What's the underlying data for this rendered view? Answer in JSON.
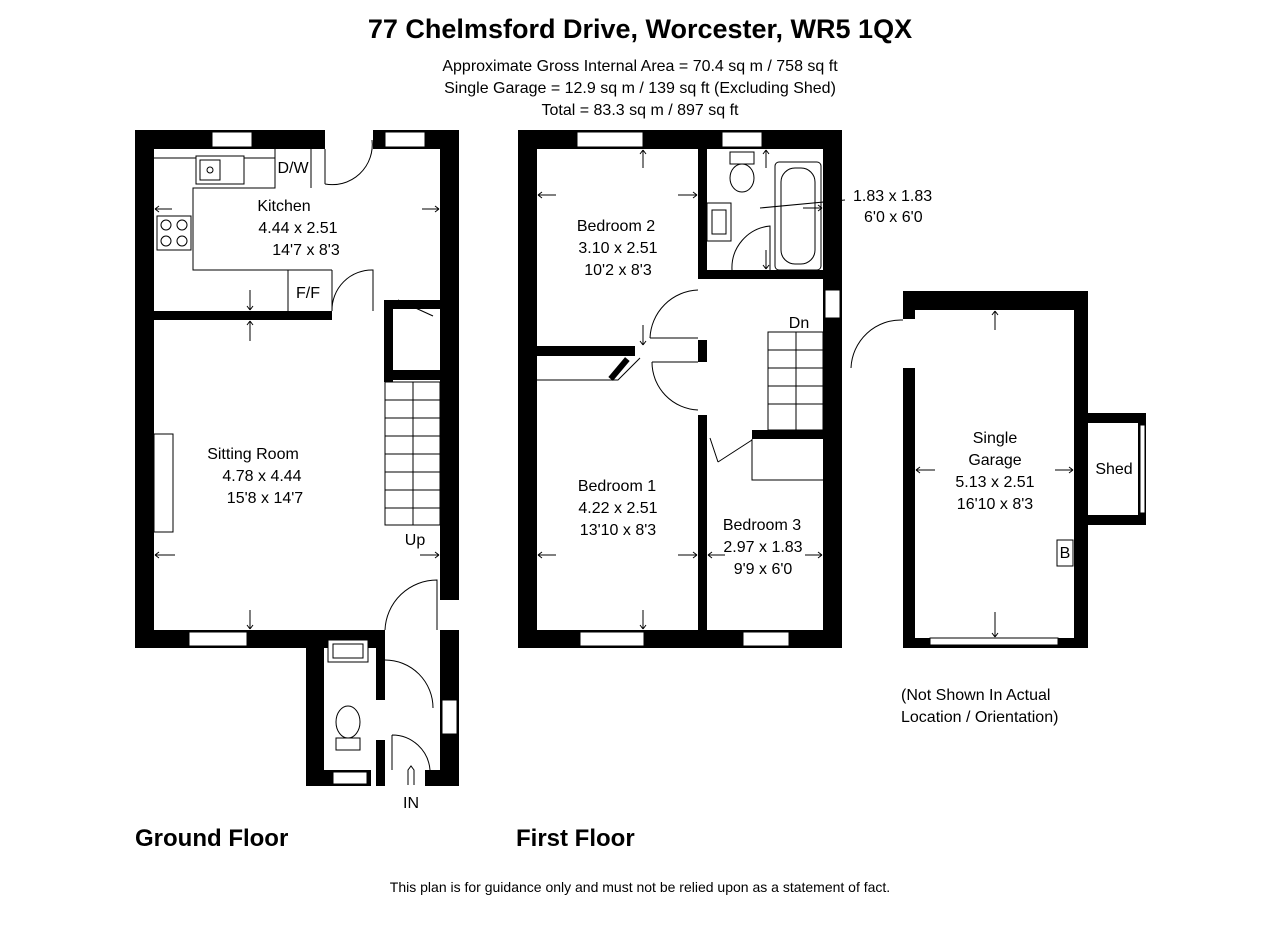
{
  "header": {
    "title": "77 Chelmsford Drive, Worcester, WR5 1QX",
    "area_lines": [
      "Approximate Gross Internal Area = 70.4 sq m / 758 sq ft",
      "Single Garage = 12.9 sq m / 139 sq ft (Excluding Shed)",
      "Total = 83.3 sq m / 897 sq ft"
    ]
  },
  "ground_floor": {
    "label": "Ground Floor",
    "kitchen": {
      "name": "Kitchen",
      "metric": "4.44 x 2.51",
      "imperial": "14'7 x 8'3"
    },
    "sitting_room": {
      "name": "Sitting Room",
      "metric": "4.78 x 4.44",
      "imperial": "15'8 x 14'7"
    },
    "appliances": {
      "dishwasher": "D/W",
      "fridge_freezer": "F/F"
    },
    "stairs_label": "Up",
    "entrance_label": "IN"
  },
  "first_floor": {
    "label": "First Floor",
    "bedroom2": {
      "name": "Bedroom 2",
      "metric": "3.10 x 2.51",
      "imperial": "10'2 x 8'3"
    },
    "bedroom1": {
      "name": "Bedroom 1",
      "metric": "4.22 x 2.51",
      "imperial": "13'10 x 8'3"
    },
    "bedroom3": {
      "name": "Bedroom 3",
      "metric": "2.97 x 1.83",
      "imperial": "9'9 x 6'0"
    },
    "bathroom": {
      "metric": "1.83 x 1.83",
      "imperial": "6'0 x 6'0"
    },
    "stairs_label": "Dn"
  },
  "garage": {
    "name_line1": "Single",
    "name_line2": "Garage",
    "metric": "5.13 x 2.51",
    "imperial": "16'10 x 8'3",
    "shed": "Shed",
    "boiler": "B",
    "note_line1": "(Not Shown In Actual",
    "note_line2": "Location / Orientation)"
  },
  "footer": {
    "disclaimer": "This plan is for guidance only and must not be relied upon as a statement of fact."
  }
}
